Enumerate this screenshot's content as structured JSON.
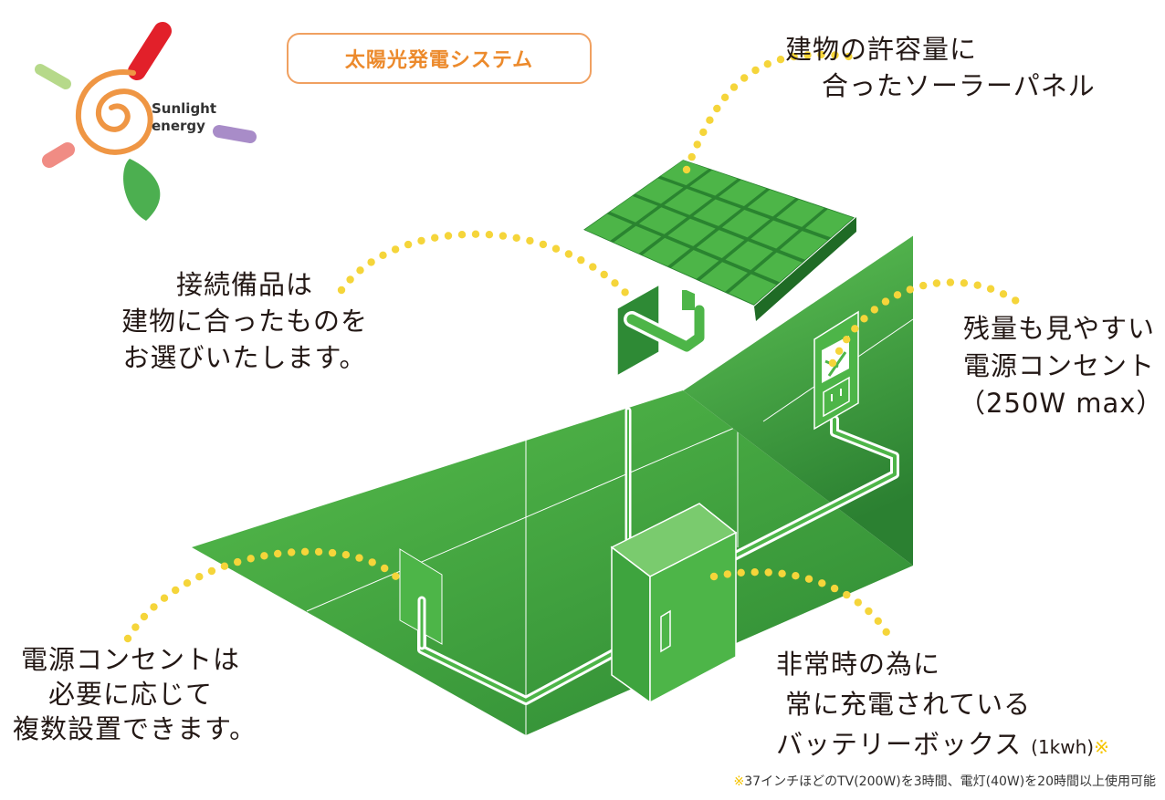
{
  "title": "太陽光発電システム",
  "logo": {
    "line1": "Sunlight",
    "line2": "energy"
  },
  "labels": {
    "panel": [
      "建物の許容量に",
      "合ったソーラーパネル"
    ],
    "fittings": [
      "接続備品は",
      "建物に合ったものを",
      "お選びいたします。"
    ],
    "outlet_right": [
      "残量も見やすい",
      "電源コンセント",
      "（250W max）"
    ],
    "outlets": [
      "電源コンセントは",
      "必要に応じて",
      "複数設置できます。"
    ],
    "battery": {
      "line1": "非常時の為に",
      "line2": "常に充電されている",
      "line3": "バッテリーボックス",
      "capacity": "(1kwh)",
      "mark": "※"
    }
  },
  "footnote": {
    "mark": "※",
    "text": "37インチほどのTV(200W)を3時間、電灯(40W)を20時間以上使用可能"
  },
  "colors": {
    "green": "#4db548",
    "dark_green": "#2e8a35",
    "dots": "#f5d53a",
    "title_orange": "#ec8a2c"
  }
}
